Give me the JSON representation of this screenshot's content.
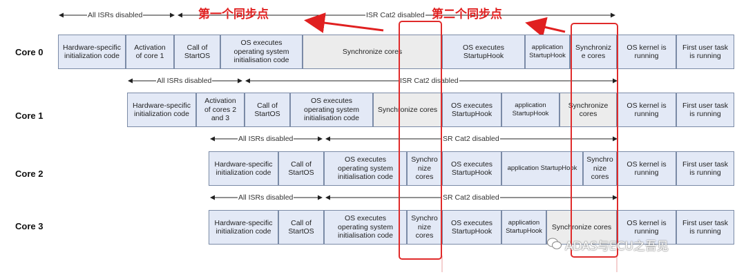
{
  "annotations": {
    "all_isrs_disabled": "All ISRs disabled",
    "isr_cat2_disabled_core0": "ISR Cat2 disabled",
    "isr_cat2_disabled_core1": "ISR Cat2 disabled",
    "sr_cat2_disabled": "SR Cat2 disabled",
    "sync_point_1": "第一个同步点",
    "sync_point_2": "第二个同步点"
  },
  "cores": [
    {
      "label": "Core  0",
      "cells": [
        {
          "text": "Hardware-specific\ninitialization code"
        },
        {
          "text": "Activation\nof  core 1"
        },
        {
          "text": "Call of\nStartOS"
        },
        {
          "text": "OS executes\noperating system\ninitialisation code"
        },
        {
          "text": "Synchronize cores"
        },
        {
          "text": "OS executes\nStartupHook"
        },
        {
          "text": "application\nStartupHook"
        },
        {
          "text": "Synchroniz\ne cores"
        },
        {
          "text": "OS kernel is\nrunning"
        },
        {
          "text": "First user task\nis running"
        }
      ]
    },
    {
      "label": "Core  1",
      "cells": [
        {
          "text": "Hardware-specific\ninitialization code"
        },
        {
          "text": "Activation\nof cores 2\nand 3"
        },
        {
          "text": "Call of\nStartOS"
        },
        {
          "text": "OS executes\noperating system\ninitialisation code"
        },
        {
          "text": "Synchronize cores"
        },
        {
          "text": "OS executes\nStartupHook"
        },
        {
          "text": "application\nStartupHook"
        },
        {
          "text": "Synchronize\ncores"
        },
        {
          "text": "OS kernel is\nrunning"
        },
        {
          "text": "First user task\nis running"
        }
      ]
    },
    {
      "label": "Core  2",
      "cells": [
        {
          "text": "Hardware-specific\ninitialization code"
        },
        {
          "text": "Call of\nStartOS"
        },
        {
          "text": "OS executes\noperating system\ninitialisation code"
        },
        {
          "text": "Synchro\nnize\ncores"
        },
        {
          "text": "OS executes\nStartupHook"
        },
        {
          "text": "application StartupHook"
        },
        {
          "text": "Synchro\nnize\ncores"
        },
        {
          "text": "OS kernel is\nrunning"
        },
        {
          "text": "First user task\nis running"
        }
      ]
    },
    {
      "label": "Core  3",
      "cells": [
        {
          "text": "Hardware-specific\ninitialization code"
        },
        {
          "text": "Call of\nStartOS"
        },
        {
          "text": "OS executes\noperating system\ninitialisation code"
        },
        {
          "text": "Synchro\nnize\ncores"
        },
        {
          "text": "OS executes\nStartupHook"
        },
        {
          "text": "application\nStartupHook"
        },
        {
          "text": "Synchronize cores"
        },
        {
          "text": "OS kernel is\nrunning"
        },
        {
          "text": "First user task\nis running"
        }
      ]
    }
  ],
  "watermark": "ADAS与ECU之吾见",
  "colors": {
    "cell_fill": "#e3e9f6",
    "sync_fill": "#ececec",
    "highlight": "#e02a2a"
  }
}
